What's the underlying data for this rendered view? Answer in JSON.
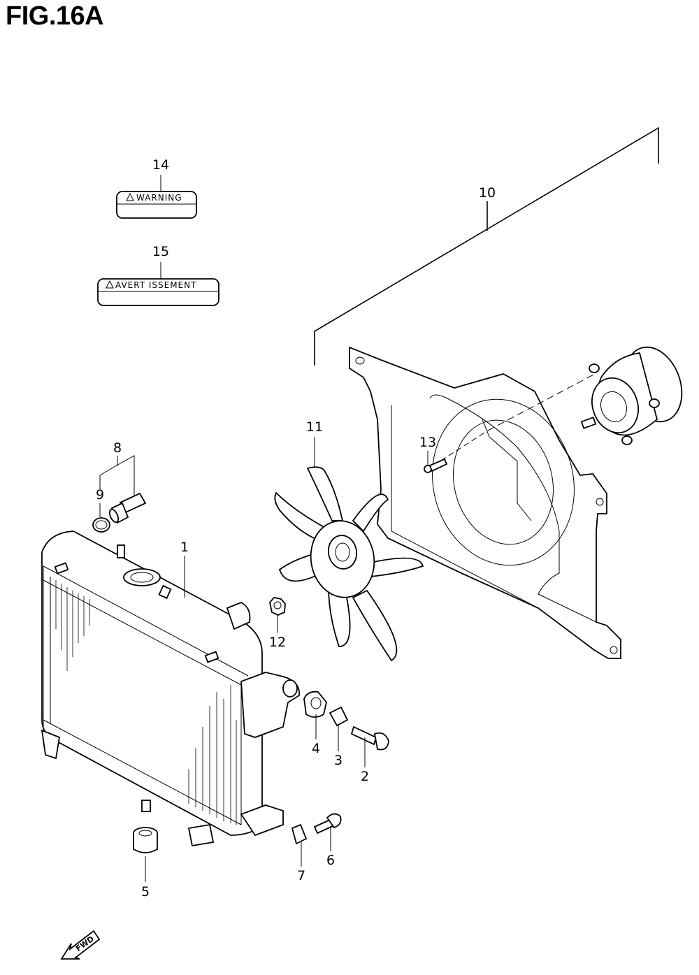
{
  "figure": {
    "title": "FIG.16A"
  },
  "labels": {
    "warning": "WARNING",
    "avertissement": "AVERT ISSEMENT"
  },
  "callouts": {
    "p1": "1",
    "p2": "2",
    "p3": "3",
    "p4": "4",
    "p5": "5",
    "p6": "6",
    "p7": "7",
    "p8": "8",
    "p9": "9",
    "p10": "10",
    "p11": "11",
    "p12": "12",
    "p13": "13",
    "p14": "14",
    "p15": "15"
  },
  "direction": {
    "fwd": "FWD"
  }
}
